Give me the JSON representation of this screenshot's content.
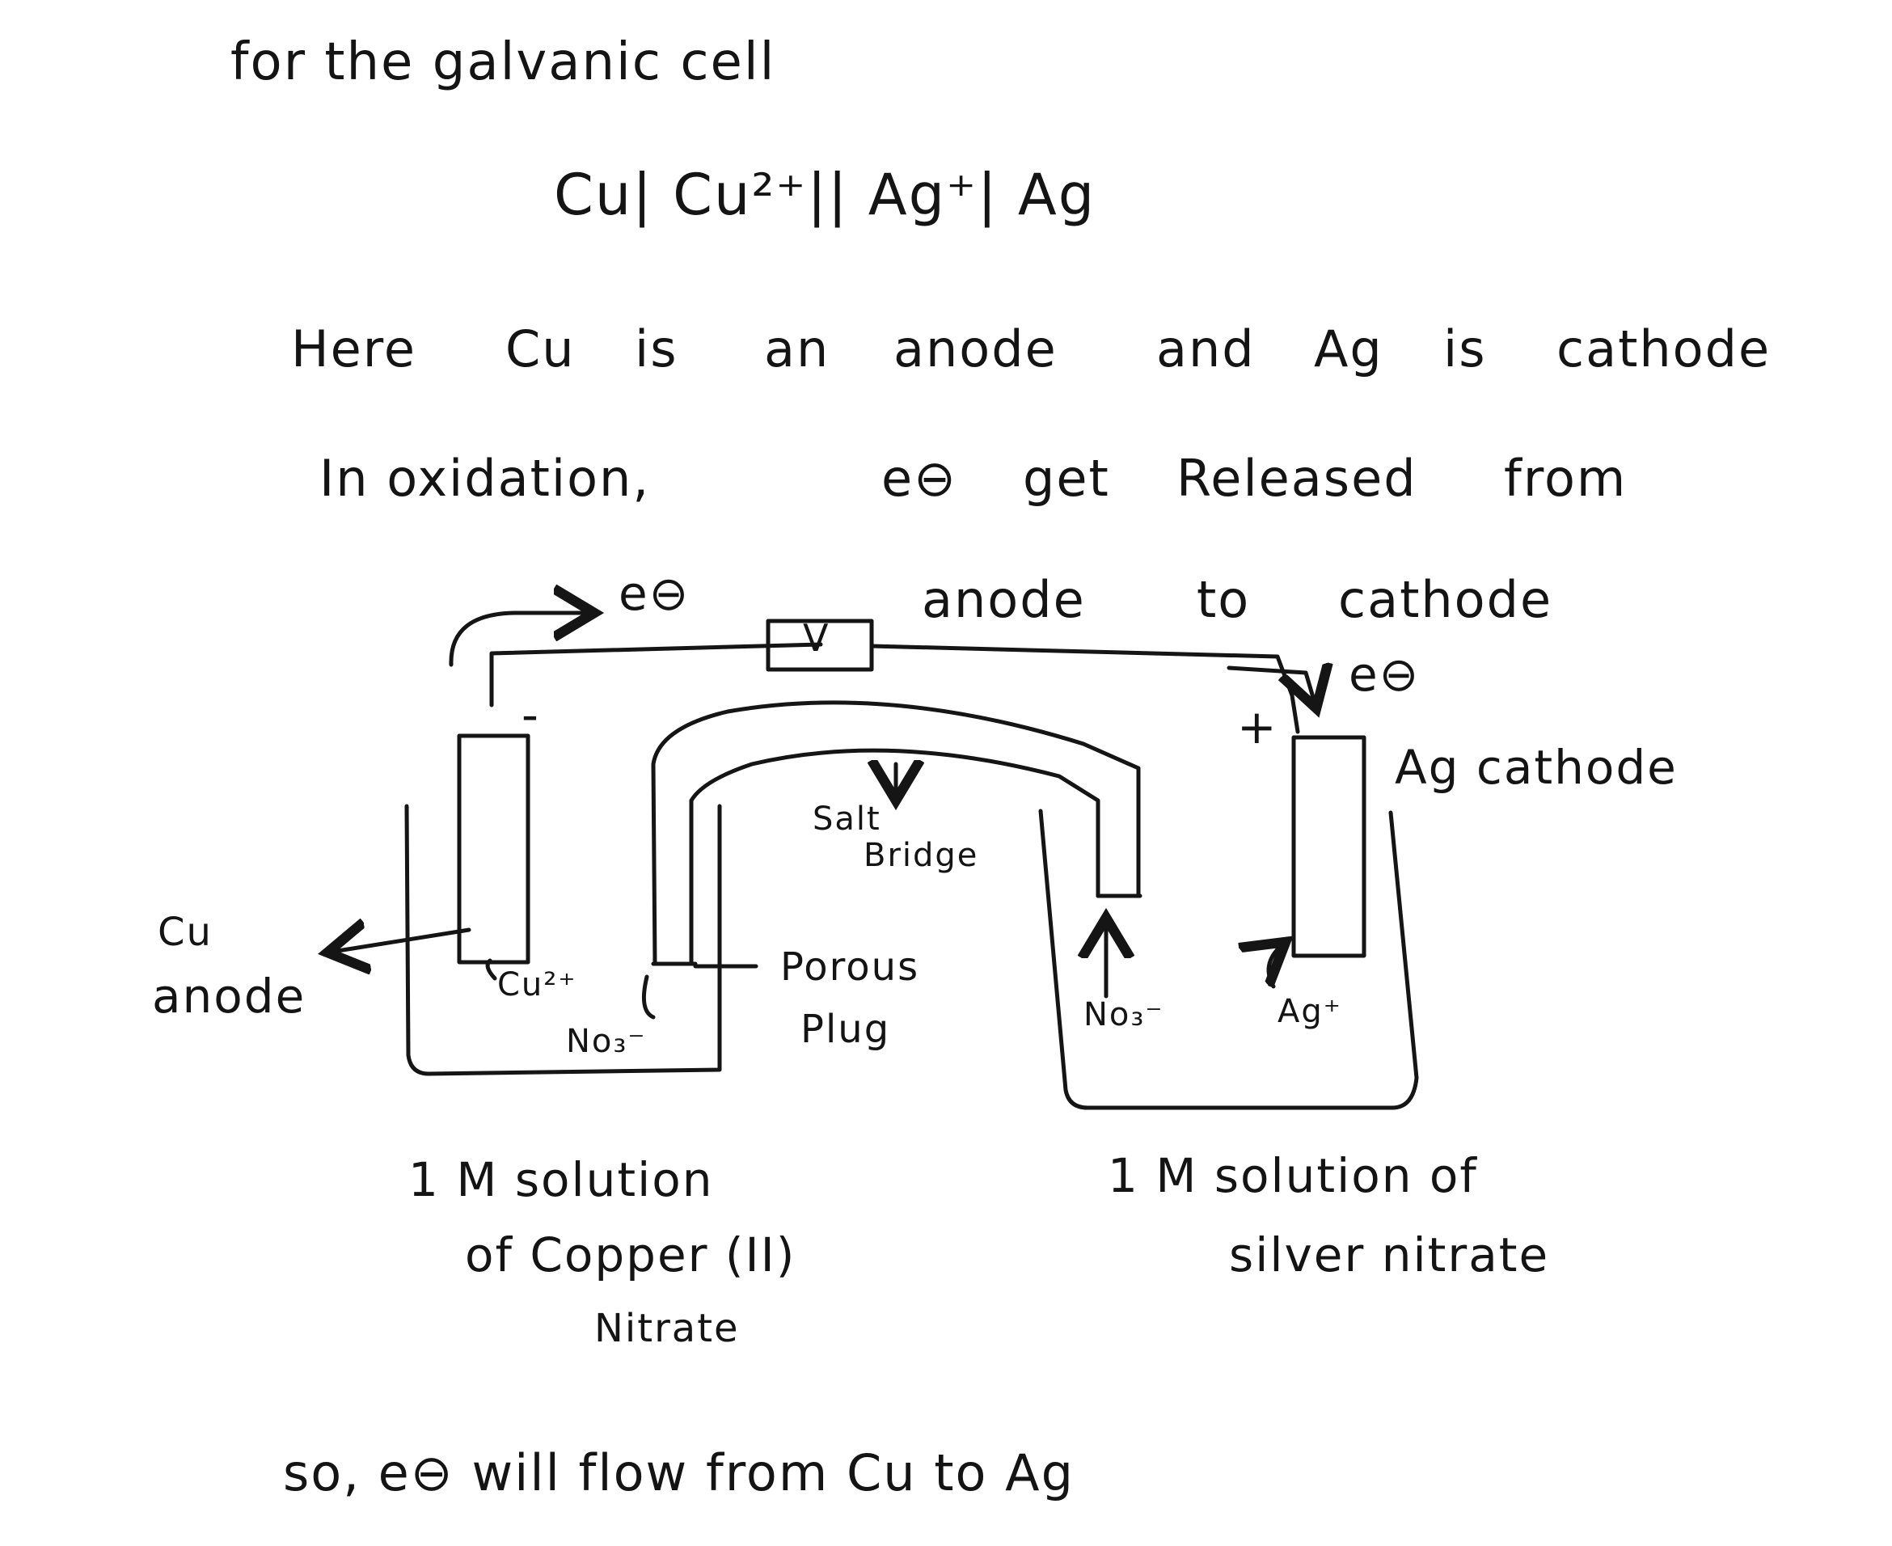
{
  "header": {
    "title": "for the galvanic cell",
    "cell_notation": "Cu| Cu²⁺|| Ag⁺| Ag"
  },
  "statement": {
    "here": "Here",
    "cu": "Cu",
    "is1": "is",
    "an": "an",
    "anode": "anode",
    "and": "and",
    "ag": "Ag",
    "is2": "is",
    "cathode": "cathode"
  },
  "oxidation": {
    "in_oxidation": "In oxidation,",
    "electron": "e⊖",
    "get": "get",
    "released": "Released",
    "from": "from",
    "anode": "anode",
    "to": "to",
    "cathode": "cathode"
  },
  "diagram": {
    "electron_top": "e⊖",
    "voltmeter": "V",
    "electron_right": "e⊖",
    "minus": "-",
    "plus": "+",
    "ag_cathode": "Ag cathode",
    "cu_anode_line1": "Cu",
    "cu_anode_line2": "anode",
    "cu2_ion": "Cu²⁺",
    "no3_left": "No₃⁻",
    "salt_bridge_line1": "Salt",
    "salt_bridge_line2": "Bridge",
    "porous_line1": "Porous",
    "porous_line2": "Plug",
    "no3_right": "No₃⁻",
    "ag_ion": "Ag⁺",
    "left_solution_line1": "1 M solution",
    "left_solution_line2": "of Copper (II)",
    "left_solution_line3": "Nitrate",
    "right_solution_line1": "1 M solution of",
    "right_solution_line2": "silver nitrate"
  },
  "conclusion": "so, e⊖ will flow from Cu to Ag"
}
